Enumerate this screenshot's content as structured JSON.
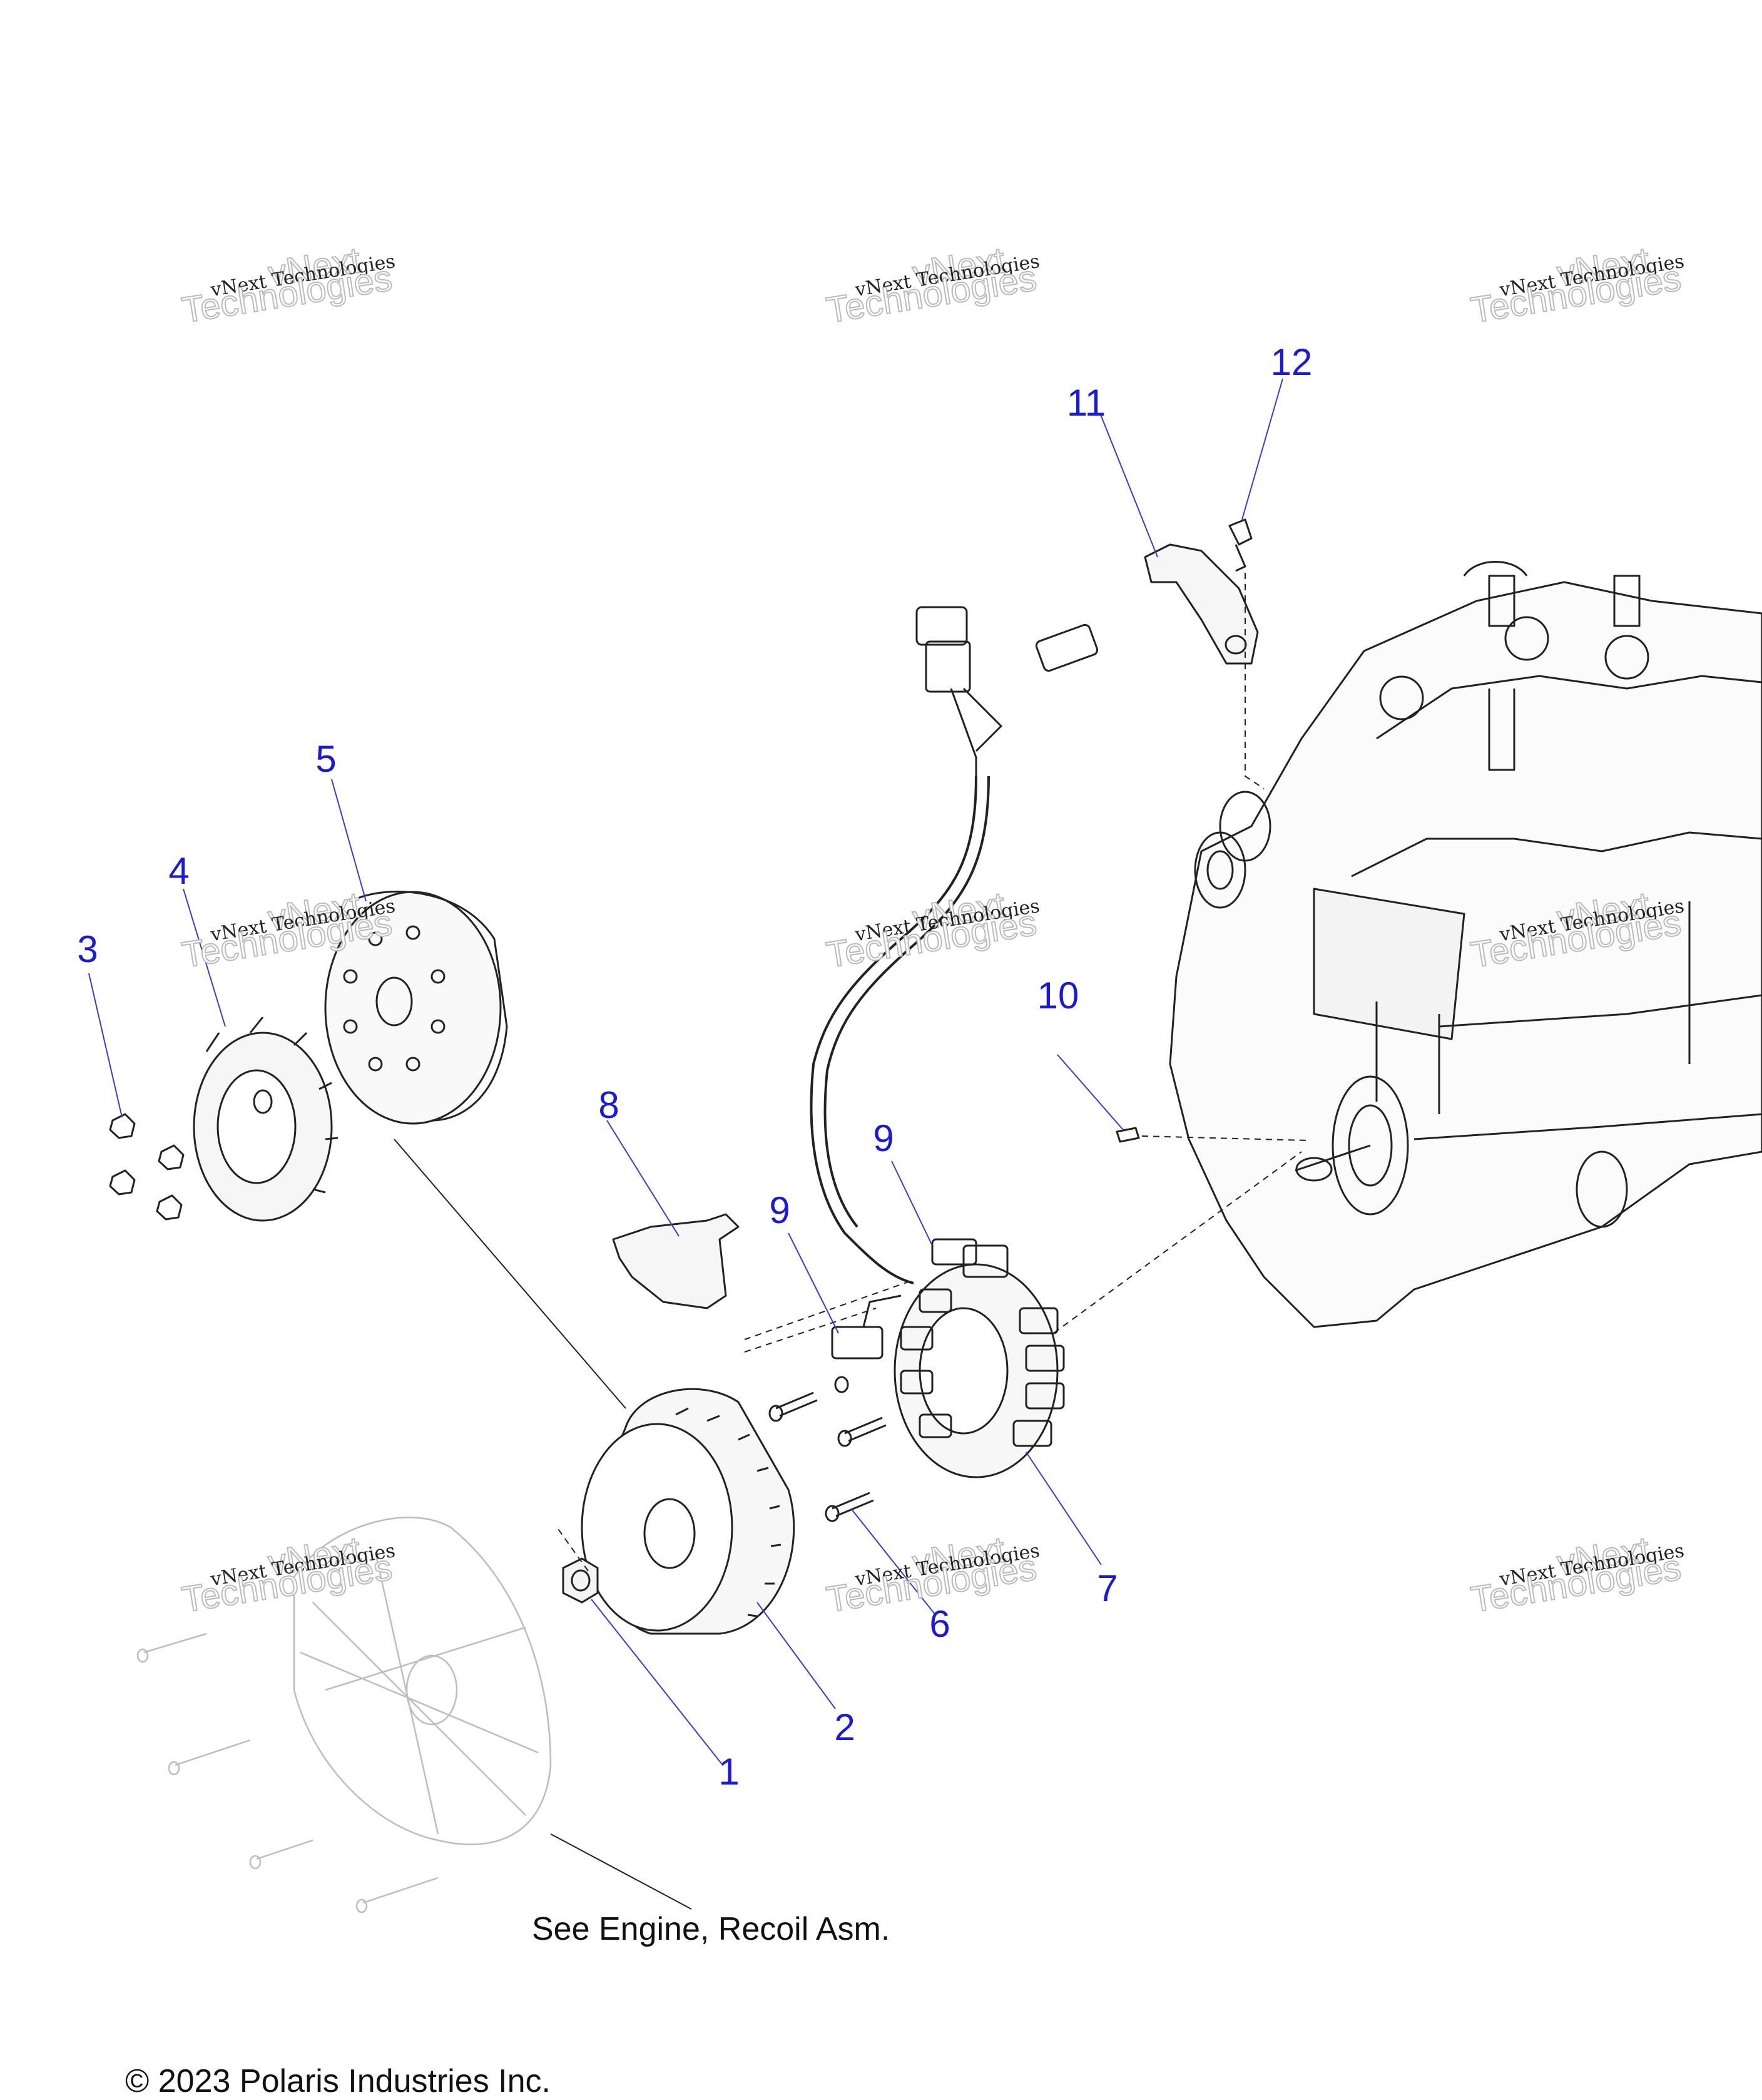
{
  "callouts": [
    "1",
    "2",
    "3",
    "4",
    "5",
    "6",
    "7",
    "8",
    "9",
    "9",
    "10",
    "11",
    "12"
  ],
  "note": "See Engine, Recoil Asm.",
  "watermark": {
    "line1": "vNext",
    "line2": "vNext Technologies",
    "line3": "Technologies"
  },
  "copyright": "© 2023 Polaris Industries Inc.",
  "colors": {
    "callout": "#1a1ad6",
    "line": "#222222",
    "leader": "#3a3ad0",
    "hidden_part": "#bdbdbd"
  }
}
